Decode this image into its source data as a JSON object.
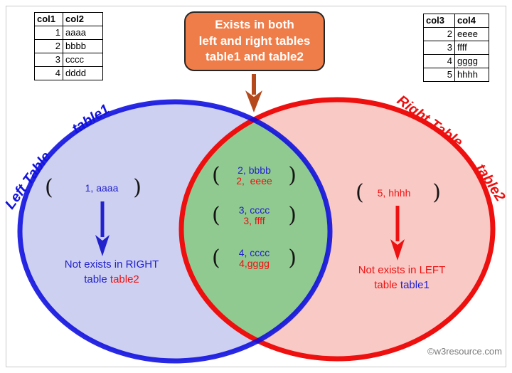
{
  "left_table": {
    "headers": [
      "col1",
      "col2"
    ],
    "rows": [
      [
        "1",
        "aaaa"
      ],
      [
        "2",
        "bbbb"
      ],
      [
        "3",
        "cccc"
      ],
      [
        "4",
        "dddd"
      ]
    ]
  },
  "right_table": {
    "headers": [
      "col3",
      "col4"
    ],
    "rows": [
      [
        "2",
        "eeee"
      ],
      [
        "3",
        "ffff"
      ],
      [
        "4",
        "gggg"
      ],
      [
        "5",
        "hhhh"
      ]
    ]
  },
  "callout": {
    "line1": "Exists in both",
    "line2": "left and right tables",
    "line3": "table1 and table2"
  },
  "labels": {
    "left_table": "Left Table",
    "left_alias": "table1",
    "right_table": "Right Table",
    "right_alias": "table2"
  },
  "left_only": {
    "value": "1, aaaa",
    "note": "Not exists in RIGHT",
    "note_word": "table ",
    "note_ref": "table2"
  },
  "right_only": {
    "value": "5, hhhh",
    "note": "Not exists in LEFT",
    "note_word": "table ",
    "note_ref": "table1"
  },
  "intersection": {
    "pairs": [
      {
        "from_left": "2, bbbb",
        "from_right": "2,  eeee"
      },
      {
        "from_left": "3, cccc",
        "from_right": "3, ffff"
      },
      {
        "from_left": "4, cccc",
        "from_right": "4,gggg"
      }
    ]
  },
  "glyphs": {
    "paren_open": "(",
    "paren_close": ")"
  },
  "watermark": "©w3resource.com",
  "colors": {
    "left_stroke": "#0b0bdf",
    "right_stroke": "#ee0f0f",
    "left_fill": "#cdd0f0",
    "right_fill": "#f9c9c5",
    "intersection_fill": "#90ca90",
    "callout_bg": "#ef7d49",
    "callout_arrow": "#b5491b",
    "text_blue": "#2222cc",
    "text_red": "#ee1111"
  }
}
